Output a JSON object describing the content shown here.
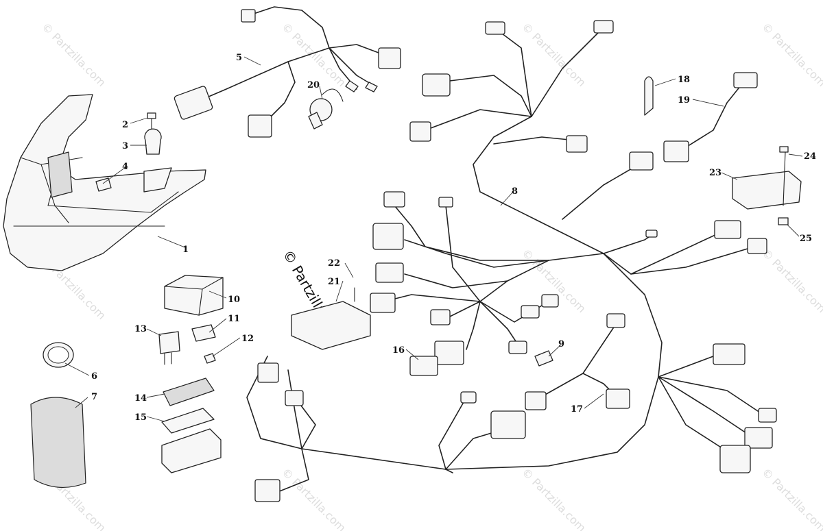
{
  "watermark": "© Partzilla.com",
  "center_watermark": "© Partzilla.com",
  "callouts": [
    "1",
    "2",
    "3",
    "4",
    "5",
    "6",
    "7",
    "8",
    "9",
    "10",
    "11",
    "12",
    "13",
    "14",
    "15",
    "16",
    "17",
    "18",
    "19",
    "20",
    "21",
    "22",
    "23",
    "24",
    "25"
  ]
}
